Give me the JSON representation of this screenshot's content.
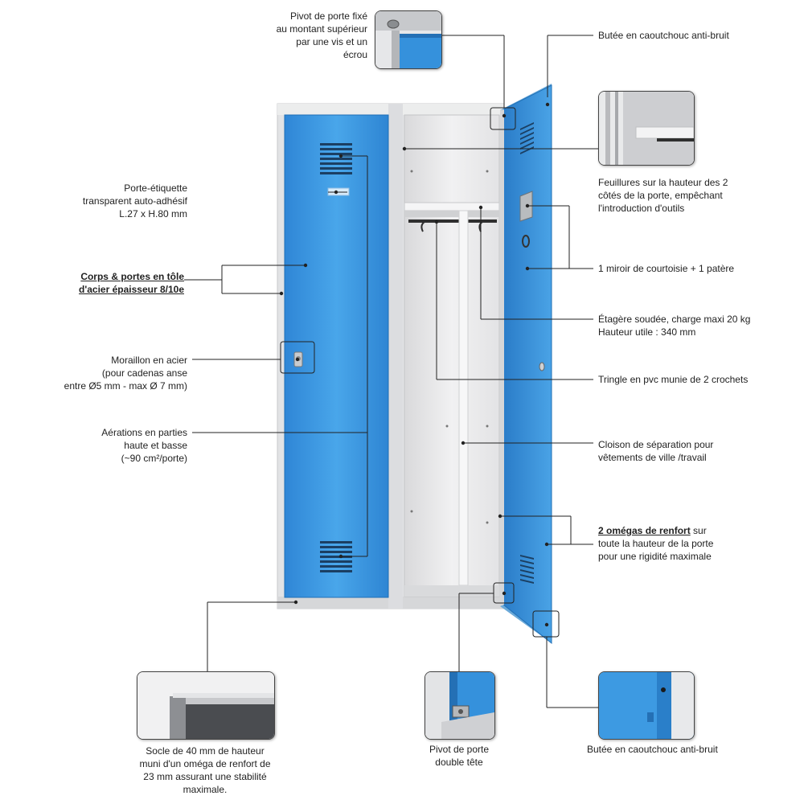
{
  "labels": {
    "pivot_top": [
      "Pivot de porte fixé",
      "au montant supérieur",
      "par une vis et un",
      "écrou"
    ],
    "butee_top": "Butée en caoutchouc anti-bruit",
    "feuillures": [
      "Feuillures sur la hauteur des 2",
      "côtés de la porte, empêchant",
      "l'introduction d'outils"
    ],
    "miroir": "1 miroir de courtoisie + 1 patère",
    "etagere": [
      "Étagère soudée, charge maxi 20 kg",
      "Hauteur utile : 340 mm"
    ],
    "tringle": "Tringle en pvc munie de 2 crochets",
    "cloison": [
      "Cloison de séparation pour",
      "vêtements de ville /travail"
    ],
    "omegas_bold": "2 omégas de renfort",
    "omegas_rest1": " sur",
    "omegas_rest2": "toute la hauteur de la porte",
    "omegas_rest3": "pour une rigidité maximale",
    "porte_etiquette": [
      "Porte-étiquette",
      "transparent auto-adhésif",
      "L.27 x H.80 mm"
    ],
    "corps": [
      "Corps & portes en tôle",
      "d'acier épaisseur 8/10e"
    ],
    "moraillon": [
      "Moraillon en acier",
      "(pour cadenas anse",
      "entre Ø5 mm - max Ø 7 mm)"
    ],
    "aerations": [
      "Aérations en parties",
      "haute et basse",
      "(~90 cm²/porte)"
    ],
    "socle": [
      "Socle de 40 mm de hauteur",
      "muni d'un oméga de renfort de",
      "23 mm assurant une stabilité",
      "maximale."
    ],
    "pivot_bottom": [
      "Pivot de porte",
      "double tête"
    ],
    "butee_bottom": "Butée en caoutchouc anti-bruit"
  },
  "colors": {
    "door_blue": "#3b96de",
    "door_blue_dark": "#2478c2",
    "body_grey": "#dfe0e2",
    "interior": "#eeeeee",
    "line": "#222222"
  }
}
